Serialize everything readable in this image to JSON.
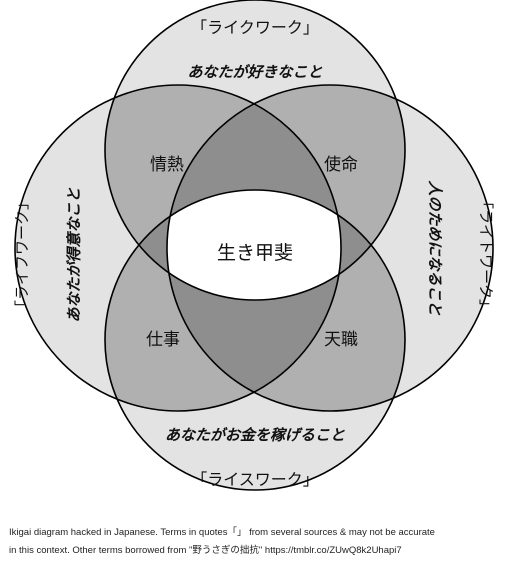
{
  "diagram": {
    "top": {
      "bracket": "「ライクワーク」",
      "label": "あなたが好きなこと"
    },
    "left": {
      "bracket": "「ライフワーク」",
      "label": "あなたが得意なこと"
    },
    "right": {
      "bracket": "「ライトワーク」",
      "label": "人のためになること"
    },
    "bottom": {
      "bracket": "「ライスワーク」",
      "label": "あなたがお金を稼げること"
    },
    "overlaps": {
      "passion": "情熱",
      "mission": "使命",
      "profession": "仕事",
      "vocation": "天職",
      "center": "生き甲斐"
    },
    "colors": {
      "outer": "#e3e3e3",
      "double": "#b0b0b0",
      "triple": "#8e8e8e",
      "center": "#ffffff"
    }
  },
  "caption": {
    "line1": "Ikigai diagram hacked in Japanese. Terms in quotes「」 from several sources & may not be accurate",
    "line2": "in this context. Other terms borrowed from \"野うさぎの拙抗\" https://tmblr.co/ZUwQ8k2Uhapi7"
  }
}
